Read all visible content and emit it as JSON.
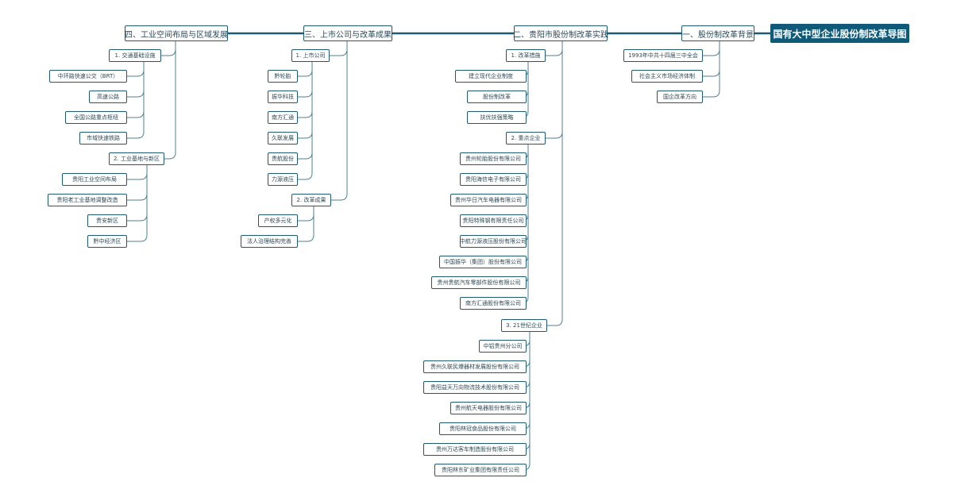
{
  "root": {
    "label": "国有大中型企业股份制改革导图"
  },
  "branches": [
    {
      "label": "一、股份制改革背景",
      "groups": [
        {
          "label": "",
          "items": [
            "1993年中共十四届三中全会",
            "社会主义市场经济体制",
            "国企改革方向"
          ]
        }
      ]
    },
    {
      "label": "二、贵阳市股份制改革实践",
      "groups": [
        {
          "label": "1. 改革措施",
          "items": [
            "建立现代企业制度",
            "股份制改革",
            "扶优扶强策略"
          ]
        },
        {
          "label": "2. 重点企业",
          "items": [
            "贵州轮胎股份有限公司",
            "贵阳海信电子有限公司",
            "贵州华日汽车电器有限公司",
            "贵阳特殊钢有限责任公司",
            "中航力源液压股份有限公司",
            "中国振华（集团）股份有限公司",
            "贵州贵航汽车零部件股份有限公司",
            "南方汇通股份有限公司"
          ]
        },
        {
          "label": "3. 21世纪企业",
          "items": [
            "中铝贵州分公司",
            "贵州久联民爆器材发展股份有限公司",
            "贵阳益天万向物流技术股份有限公司",
            "贵州航天电器股份有限公司",
            "贵阳林冠食品股份有限公司",
            "贵州万达客车制造股份有限公司",
            "贵阳林东矿业集团有限责任公司"
          ]
        }
      ]
    },
    {
      "label": "三、上市公司与改革成果",
      "groups": [
        {
          "label": "1. 上市公司",
          "items": [
            "黔轮胎",
            "振华科技",
            "南方汇通",
            "久联发展",
            "贵航股份",
            "力源液压"
          ]
        },
        {
          "label": "2. 改革成果",
          "items": [
            "产权多元化",
            "法人治理结构完善"
          ]
        }
      ]
    },
    {
      "label": "四、工业空间布局与区域发展",
      "groups": [
        {
          "label": "1. 交通基础设施",
          "items": [
            "中环路快速公交（BRT）",
            "高速公路",
            "全国公路重点枢纽",
            "市域快速铁路"
          ]
        },
        {
          "label": "2. 工业基地与新区",
          "items": [
            "贵阳工业空间布局",
            "贵阳老工业基地调整改造",
            "贵安新区",
            "黔中经济区"
          ]
        }
      ]
    }
  ],
  "colors": {
    "line": "#1e5b73",
    "thin_line": "#4e7f92",
    "root_bg": "#0e5a78",
    "border": "#1e5b73",
    "text": "#2f4a56"
  }
}
